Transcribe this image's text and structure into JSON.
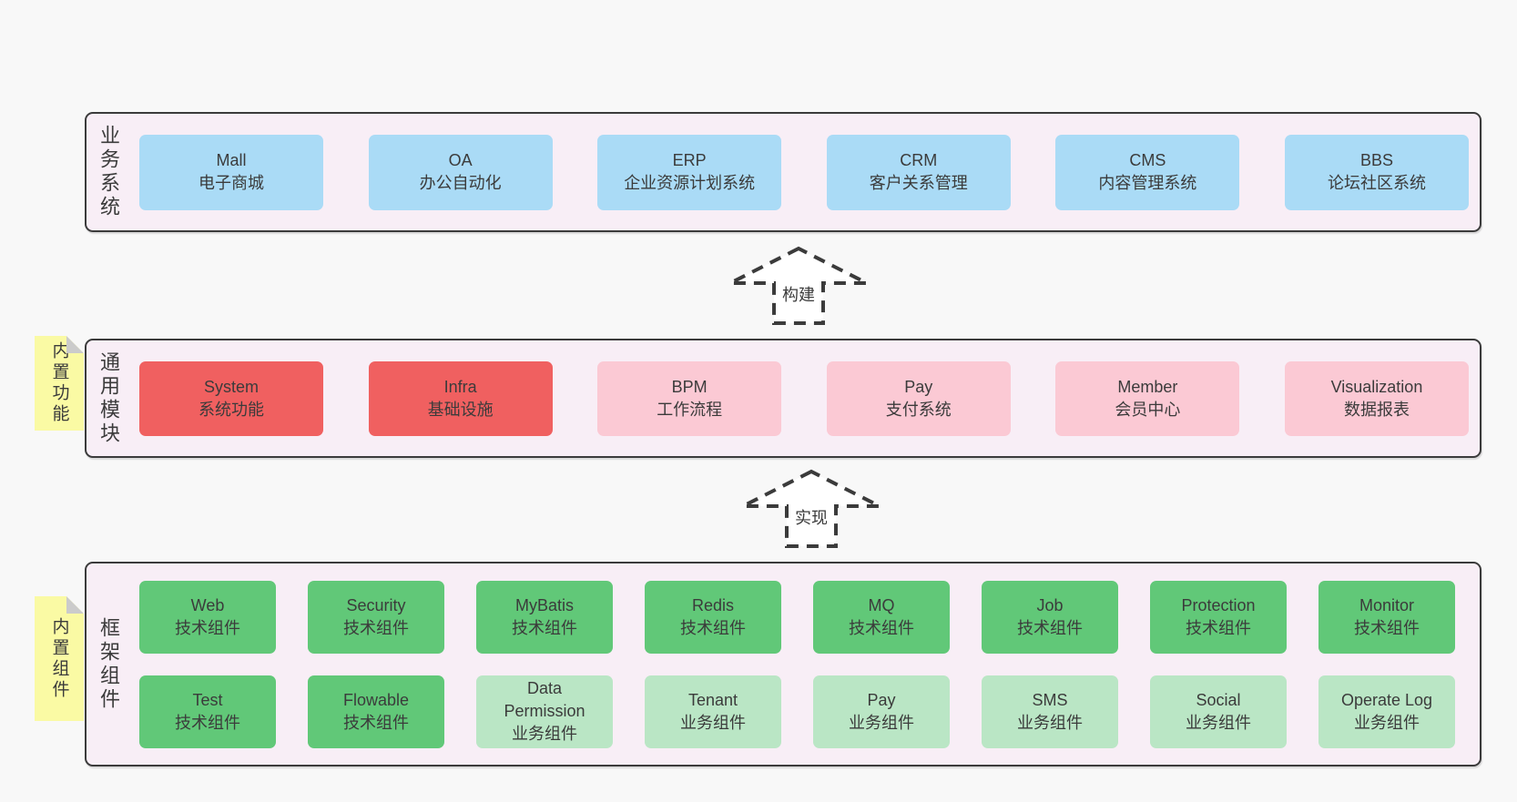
{
  "colors": {
    "page_bg": "#f8f8f8",
    "container_bg": "#f8eef6",
    "line": "#3b3b3b",
    "ink": "#3b3b3b",
    "blue": "#aadbf6",
    "red": "#f06060",
    "pink": "#fbc9d4",
    "green": "#61c878",
    "lightgreen": "#bae6c5",
    "note_yellow": "#fafaa4",
    "fold_gray": "#cbcbcb"
  },
  "sections": [
    {
      "id": "business",
      "side_label": "业务系统",
      "rows": [
        [
          {
            "en": "Mall",
            "zh": "电子商城",
            "type": "blue"
          },
          {
            "en": "OA",
            "zh": "办公自动化",
            "type": "blue"
          },
          {
            "en": "ERP",
            "zh": "企业资源计划系统",
            "type": "blue"
          },
          {
            "en": "CRM",
            "zh": "客户关系管理",
            "type": "blue"
          },
          {
            "en": "CMS",
            "zh": "内容管理系统",
            "type": "blue"
          },
          {
            "en": "BBS",
            "zh": "论坛社区系统",
            "type": "blue"
          }
        ]
      ]
    },
    {
      "id": "modules",
      "side_label": "通用模块",
      "sticky_note": "内置功能",
      "rows": [
        [
          {
            "en": "System",
            "zh": "系统功能",
            "type": "red"
          },
          {
            "en": "Infra",
            "zh": "基础设施",
            "type": "red"
          },
          {
            "en": "BPM",
            "zh": "工作流程",
            "type": "pink"
          },
          {
            "en": "Pay",
            "zh": "支付系统",
            "type": "pink"
          },
          {
            "en": "Member",
            "zh": "会员中心",
            "type": "pink"
          },
          {
            "en": "Visualization",
            "zh": "数据报表",
            "type": "pink"
          }
        ]
      ]
    },
    {
      "id": "framework",
      "side_label": "框架组件",
      "sticky_note": "内置组件",
      "rows": [
        [
          {
            "en": "Web",
            "zh": "技术组件",
            "type": "green"
          },
          {
            "en": "Security",
            "zh": "技术组件",
            "type": "green"
          },
          {
            "en": "MyBatis",
            "zh": "技术组件",
            "type": "green"
          },
          {
            "en": "Redis",
            "zh": "技术组件",
            "type": "green"
          },
          {
            "en": "MQ",
            "zh": "技术组件",
            "type": "green"
          },
          {
            "en": "Job",
            "zh": "技术组件",
            "type": "green"
          },
          {
            "en": "Protection",
            "zh": "技术组件",
            "type": "green"
          },
          {
            "en": "Monitor",
            "zh": "技术组件",
            "type": "green"
          }
        ],
        [
          {
            "en": "Test",
            "zh": "技术组件",
            "type": "green"
          },
          {
            "en": "Flowable",
            "zh": "技术组件",
            "type": "green"
          },
          {
            "en": "Data Permission",
            "zh": "业务组件",
            "type": "lightgreen"
          },
          {
            "en": "Tenant",
            "zh": "业务组件",
            "type": "lightgreen"
          },
          {
            "en": "Pay",
            "zh": "业务组件",
            "type": "lightgreen"
          },
          {
            "en": "SMS",
            "zh": "业务组件",
            "type": "lightgreen"
          },
          {
            "en": "Social",
            "zh": "业务组件",
            "type": "lightgreen"
          },
          {
            "en": "Operate Log",
            "zh": "业务组件",
            "type": "lightgreen"
          }
        ]
      ]
    }
  ],
  "arrows": [
    {
      "label": "构建"
    },
    {
      "label": "实现"
    }
  ]
}
